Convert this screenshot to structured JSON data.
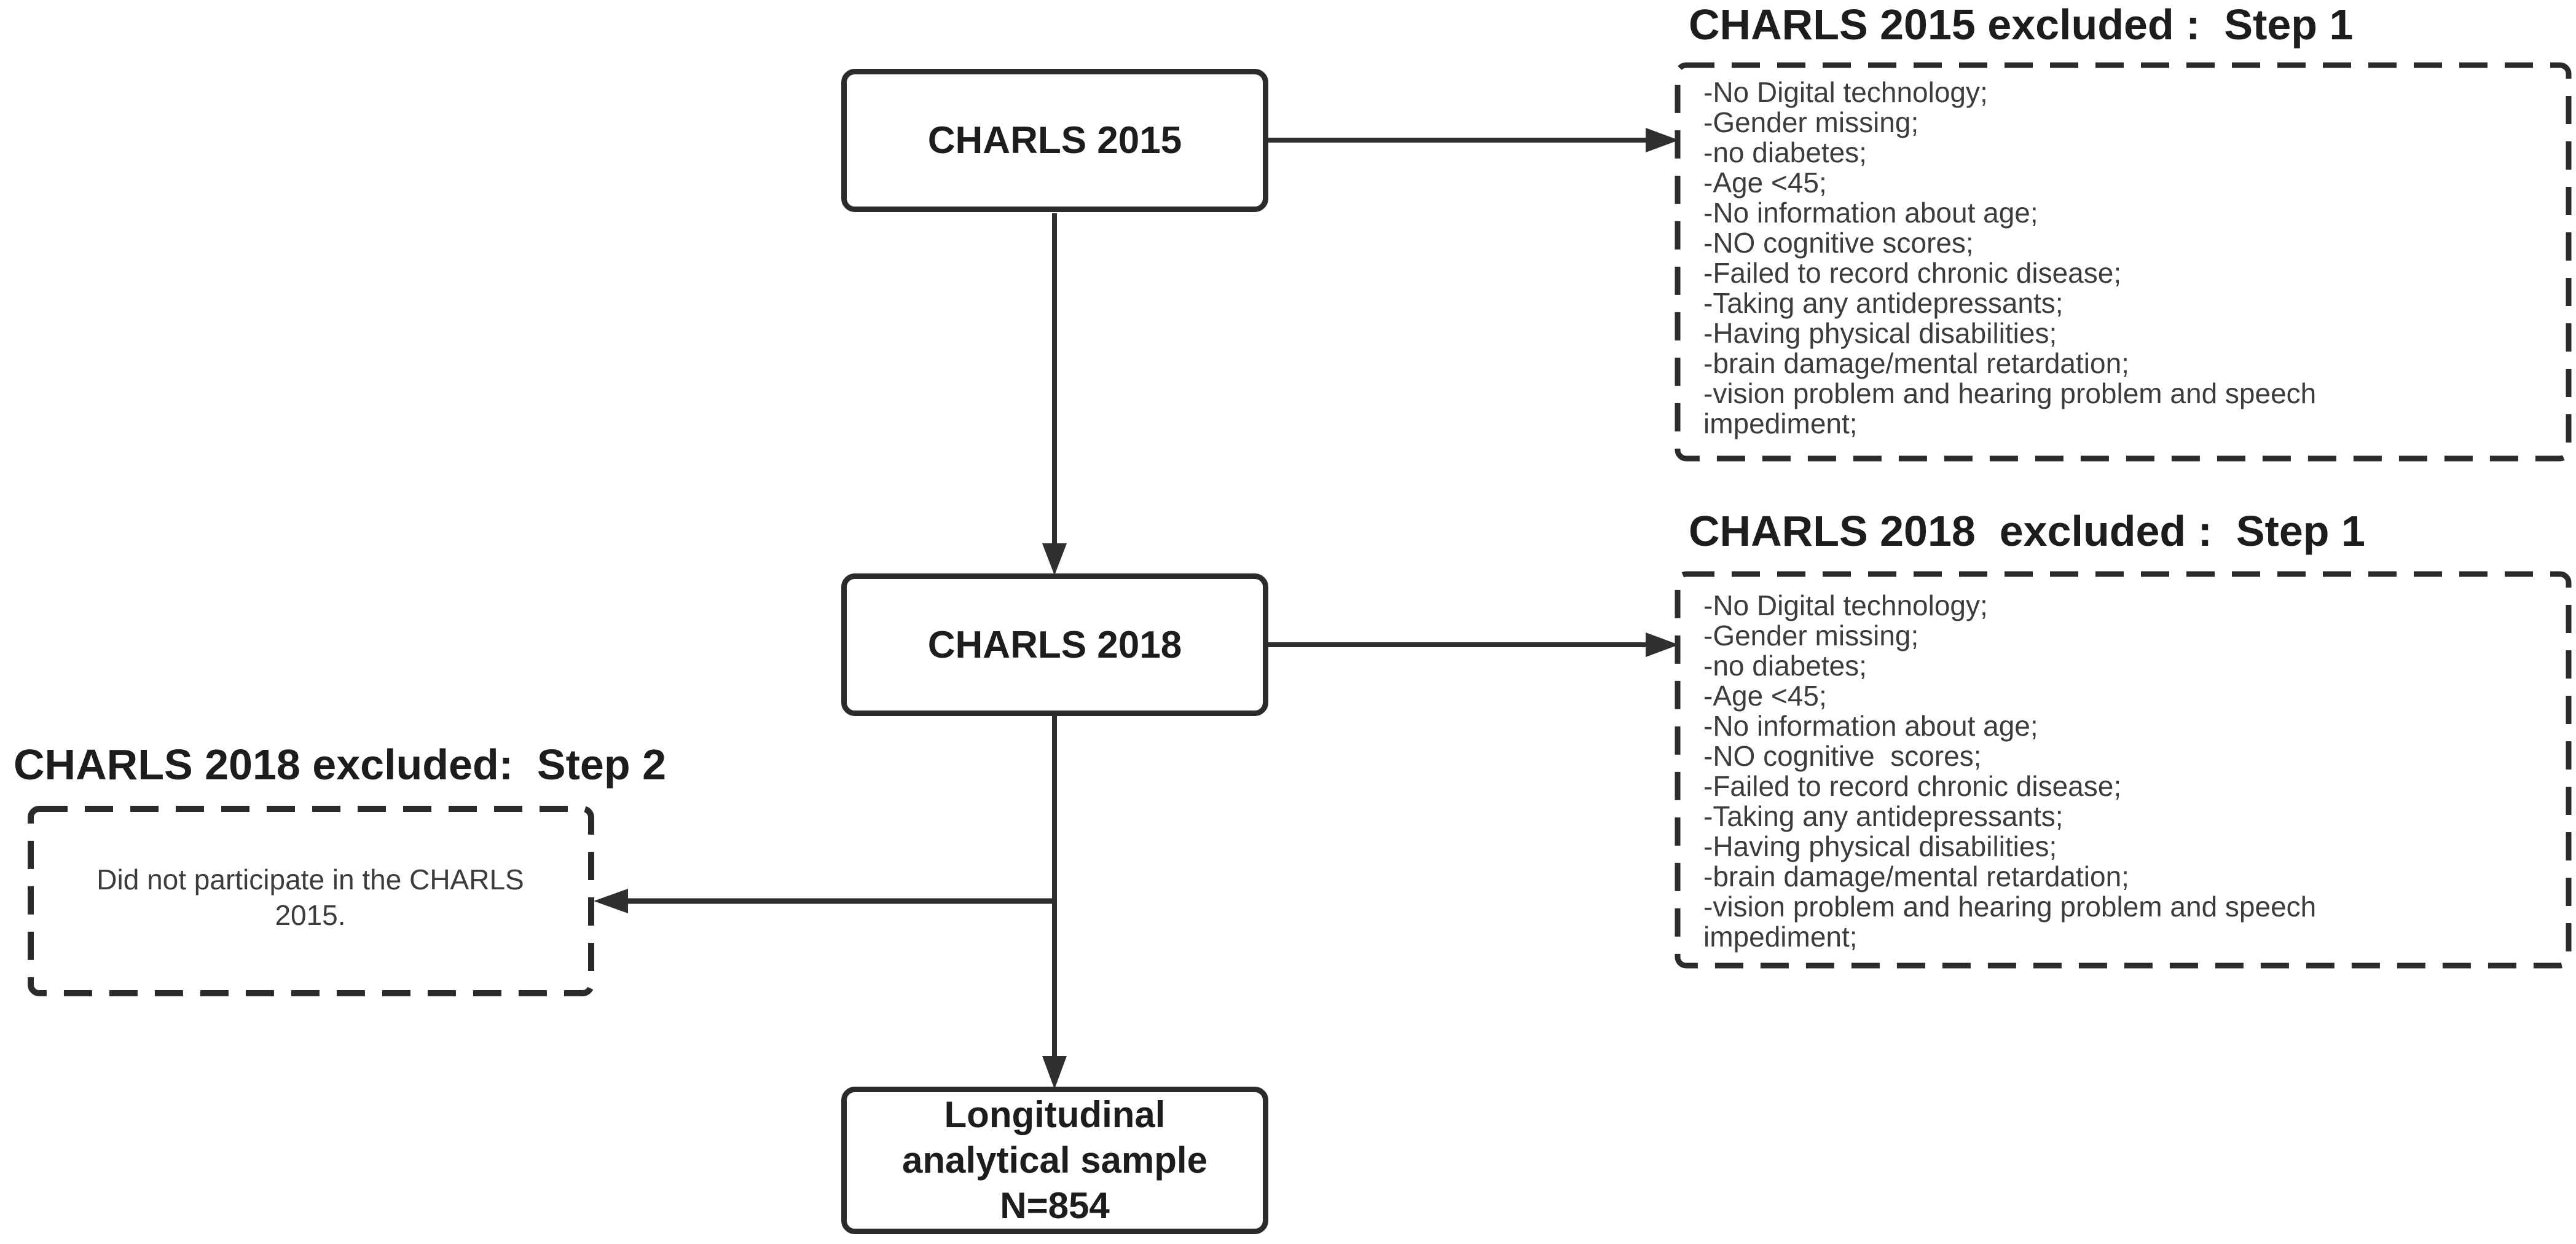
{
  "figure": {
    "type": "flowchart",
    "description": "Sample selection flow diagram for CHARLS longitudinal study"
  },
  "colors": {
    "background": "#ffffff",
    "ink": "#2b2b2b",
    "arrow": "#2f2f2f",
    "title_text": "#1d1d1d",
    "list_text": "#3c3c3c"
  },
  "nodes": {
    "charls_2015": {
      "label": "CHARLS 2015"
    },
    "charls_2018": {
      "label": "CHARLS 2018"
    },
    "final_sample": {
      "lines": [
        "Longitudinal",
        "analytical sample",
        "N=854"
      ]
    }
  },
  "exclusion_2015_step1": {
    "title": "CHARLS 2015 excluded :  Step 1",
    "items": [
      "-No Digital technology;",
      "-Gender missing;",
      "-no diabetes;",
      "-Age <45;",
      "-No information about age;",
      "-NO cognitive scores;",
      "-Failed to record chronic disease;",
      "-Taking any antidepressants;",
      "-Having physical disabilities;",
      "-brain damage/mental retardation;",
      "-vision problem and hearing problem and speech impediment;"
    ]
  },
  "exclusion_2018_step1": {
    "title": "CHARLS 2018  excluded :  Step 1",
    "items": [
      "-No Digital technology;",
      "-Gender missing;",
      "-no diabetes;",
      "-Age <45;",
      "-No information about age;",
      "-NO cognitive  scores;",
      "-Failed to record chronic disease;",
      "-Taking any antidepressants;",
      "-Having physical disabilities;",
      "-brain damage/mental retardation;",
      "-vision problem and hearing problem and speech impediment;"
    ]
  },
  "exclusion_2018_step2": {
    "title": "CHARLS 2018 excluded:  Step 2",
    "text": "Did not participate in the CHARLS 2015."
  }
}
